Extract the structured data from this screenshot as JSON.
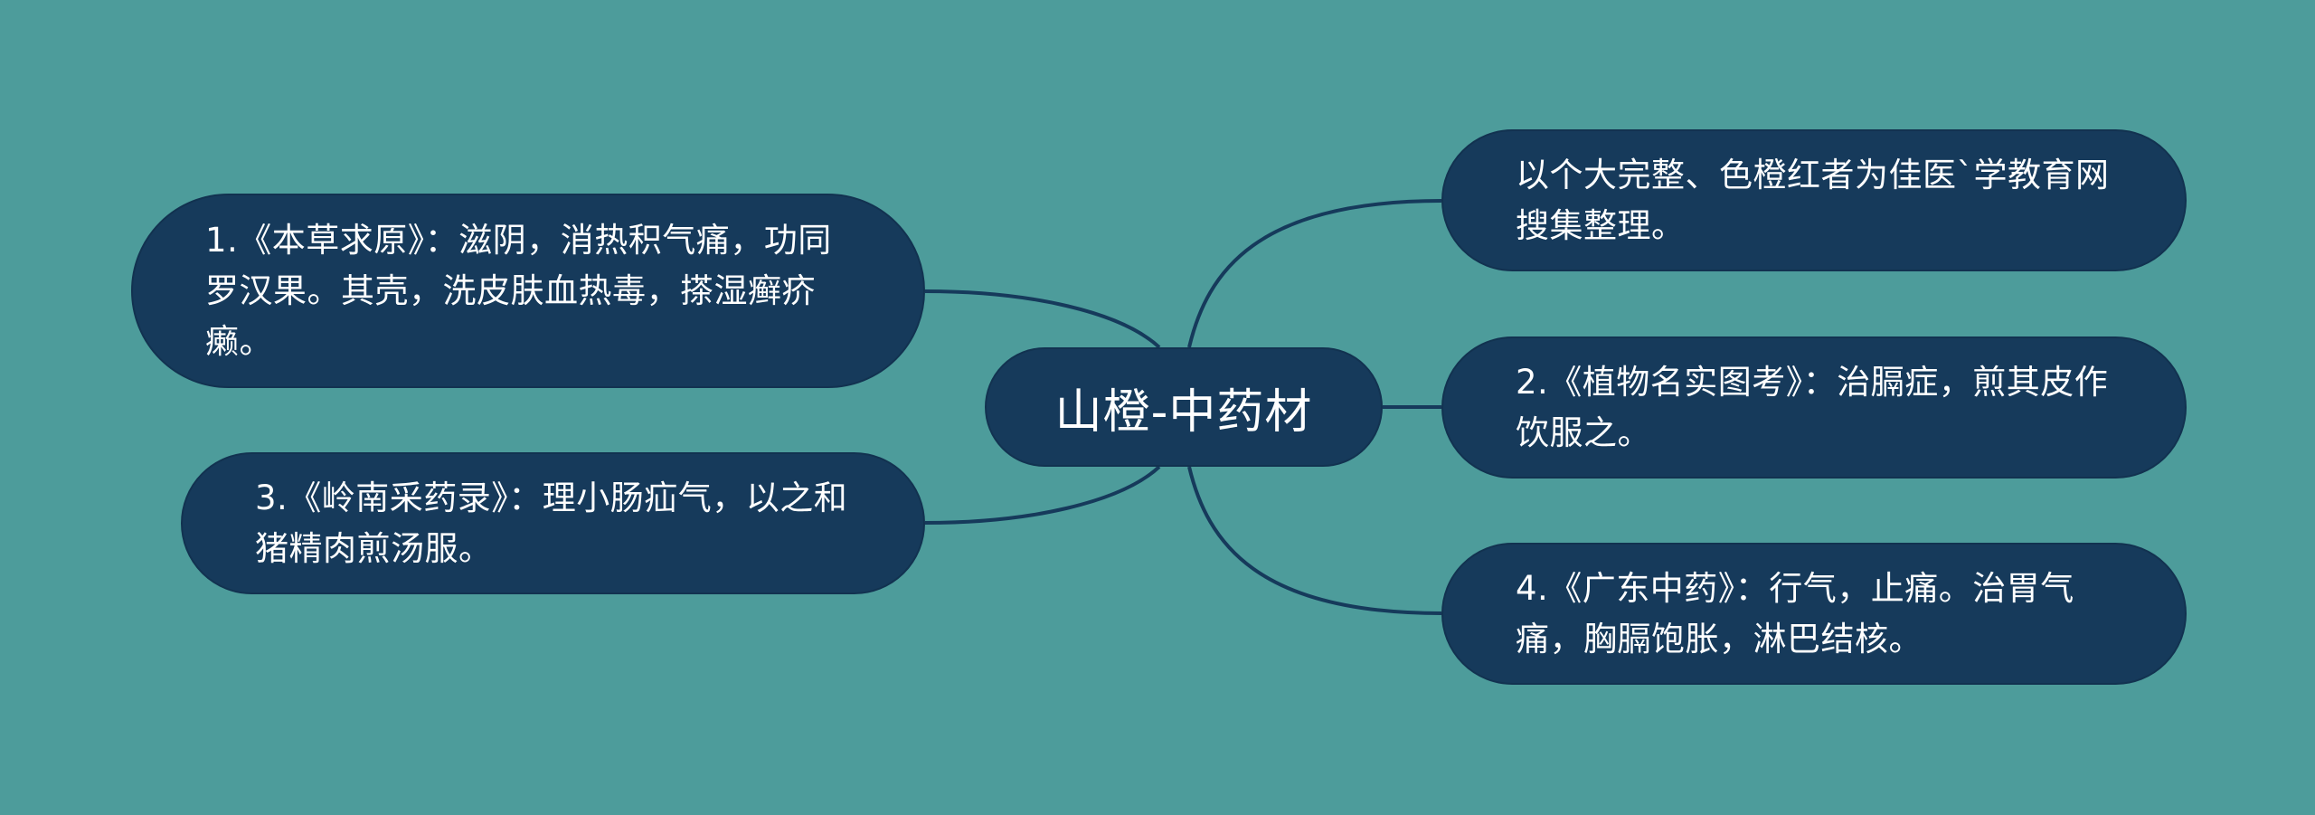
{
  "colors": {
    "background": "#4d9c9b",
    "node_fill": "#163a5b",
    "connector": "#163a5b",
    "text": "#ffffff"
  },
  "mindmap": {
    "central": "山橙-中药材",
    "branches": [
      {
        "side": "right",
        "text": "以个大完整、色橙红者为佳医`学教育网搜集整理。"
      },
      {
        "side": "left",
        "text": "1.《本草求原》：滋阴，消热积气痛，功同罗汉果。其壳，洗皮肤血热毒，搽湿癣疥癞。"
      },
      {
        "side": "right",
        "text": "2.《植物名实图考》：治膈症，煎其皮作饮服之。"
      },
      {
        "side": "left",
        "text": "3.《岭南采药录》：理小肠疝气，以之和猪精肉煎汤服。"
      },
      {
        "side": "right",
        "text": "4.《广东中药》：行气，止痛。治胃气痛，胸膈饱胀，淋巴结核。"
      }
    ]
  }
}
